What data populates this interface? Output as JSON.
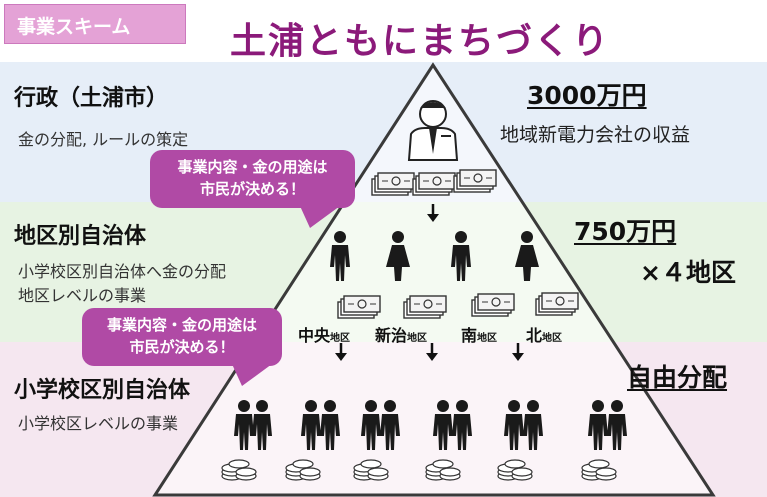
{
  "header": {
    "tag": "事業スキーム",
    "title": "土浦ともにまちづくり"
  },
  "levels": {
    "top": {
      "name": "行政（土浦市）",
      "desc": "金の分配, ルールの策定",
      "amount": "3000万円",
      "amount_note": "地域新電力会社の収益"
    },
    "mid": {
      "name": "地区別自治体",
      "desc_line1": "小学校区別自治体へ金の分配",
      "desc_line2": "地区レベルの事業",
      "amount": "750万円",
      "multiplier": "×４地区"
    },
    "bot": {
      "name": "小学校区別自治体",
      "desc": "小学校区レベルの事業",
      "amount": "自由分配"
    }
  },
  "callouts": {
    "upper": {
      "line1": "事業内容・金の用途は",
      "line2": "市民が決める！"
    },
    "lower": {
      "line1": "事業内容・金の用途は",
      "line2": "市民が決める！"
    }
  },
  "districts": [
    {
      "name": "中央",
      "suffix": "地区"
    },
    {
      "name": "新治",
      "suffix": "地区"
    },
    {
      "name": "南",
      "suffix": "地区"
    },
    {
      "name": "北",
      "suffix": "地区"
    }
  ],
  "colors": {
    "tag": "#e4a2d6",
    "title": "#8b1a7a",
    "callout": "#b04aa5",
    "band_top": "#e6eef8",
    "band_mid": "#e7f3e3",
    "band_bot": "#f5e7f0"
  },
  "icons": [
    "businessman-icon",
    "banknote-icon",
    "person-icon",
    "pair-icon",
    "coins-icon",
    "arrow-down-icon"
  ]
}
